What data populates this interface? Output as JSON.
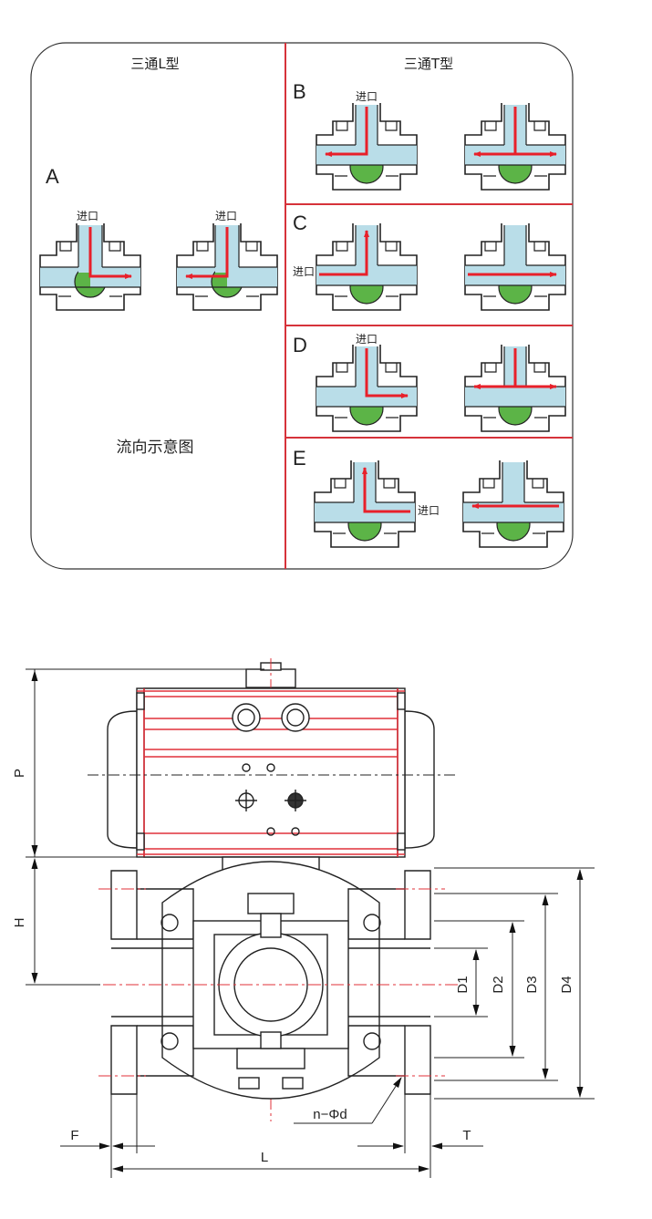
{
  "flow_panel": {
    "left_title": "三通L型",
    "right_title": "三通T型",
    "caption": "流向示意图",
    "inlet_label": "进口",
    "sections": {
      "A": {
        "letter": "A"
      },
      "B": {
        "letter": "B"
      },
      "C": {
        "letter": "C"
      },
      "D": {
        "letter": "D"
      },
      "E": {
        "letter": "E"
      }
    }
  },
  "dimensions": {
    "P": "P",
    "H": "H",
    "D1": "D1",
    "D2": "D2",
    "D3": "D3",
    "D4": "D4",
    "F": "F",
    "T": "T",
    "L": "L",
    "bolt": "n−Φd"
  },
  "colors": {
    "flow_arrow": "#e8202a",
    "fluid": "#b9dde8",
    "ball": "#5cb447",
    "divider": "#d6323a",
    "outline": "#222222",
    "centerline": "#e0303a",
    "actuator_band": "#e0303a"
  }
}
